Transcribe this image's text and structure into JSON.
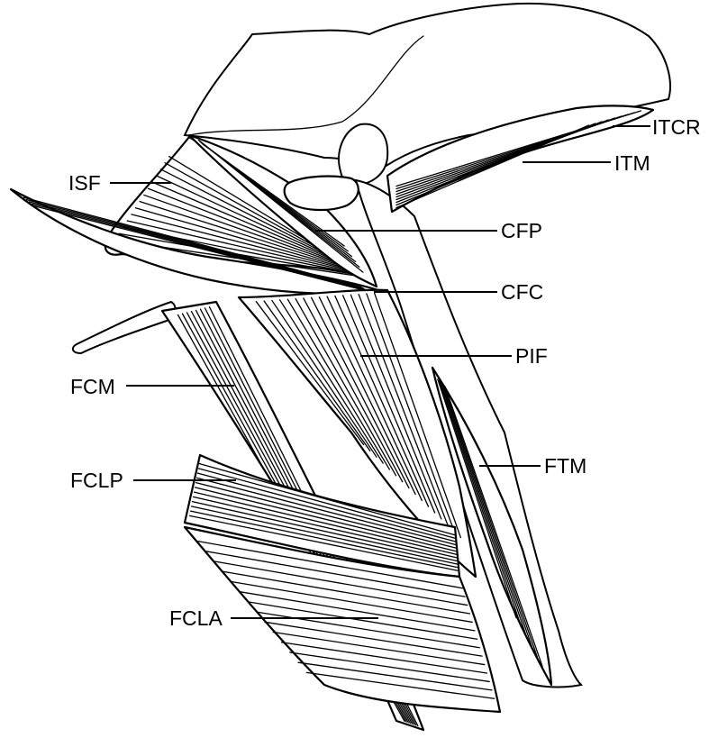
{
  "labels": {
    "itcr": "ITCR",
    "itm": "ITM",
    "isf": "ISF",
    "cfp": "CFP",
    "cfc": "CFC",
    "pif": "PIF",
    "fcm": "FCM",
    "ftm": "FTM",
    "fclp": "FCLP",
    "fcla": "FCLA"
  }
}
